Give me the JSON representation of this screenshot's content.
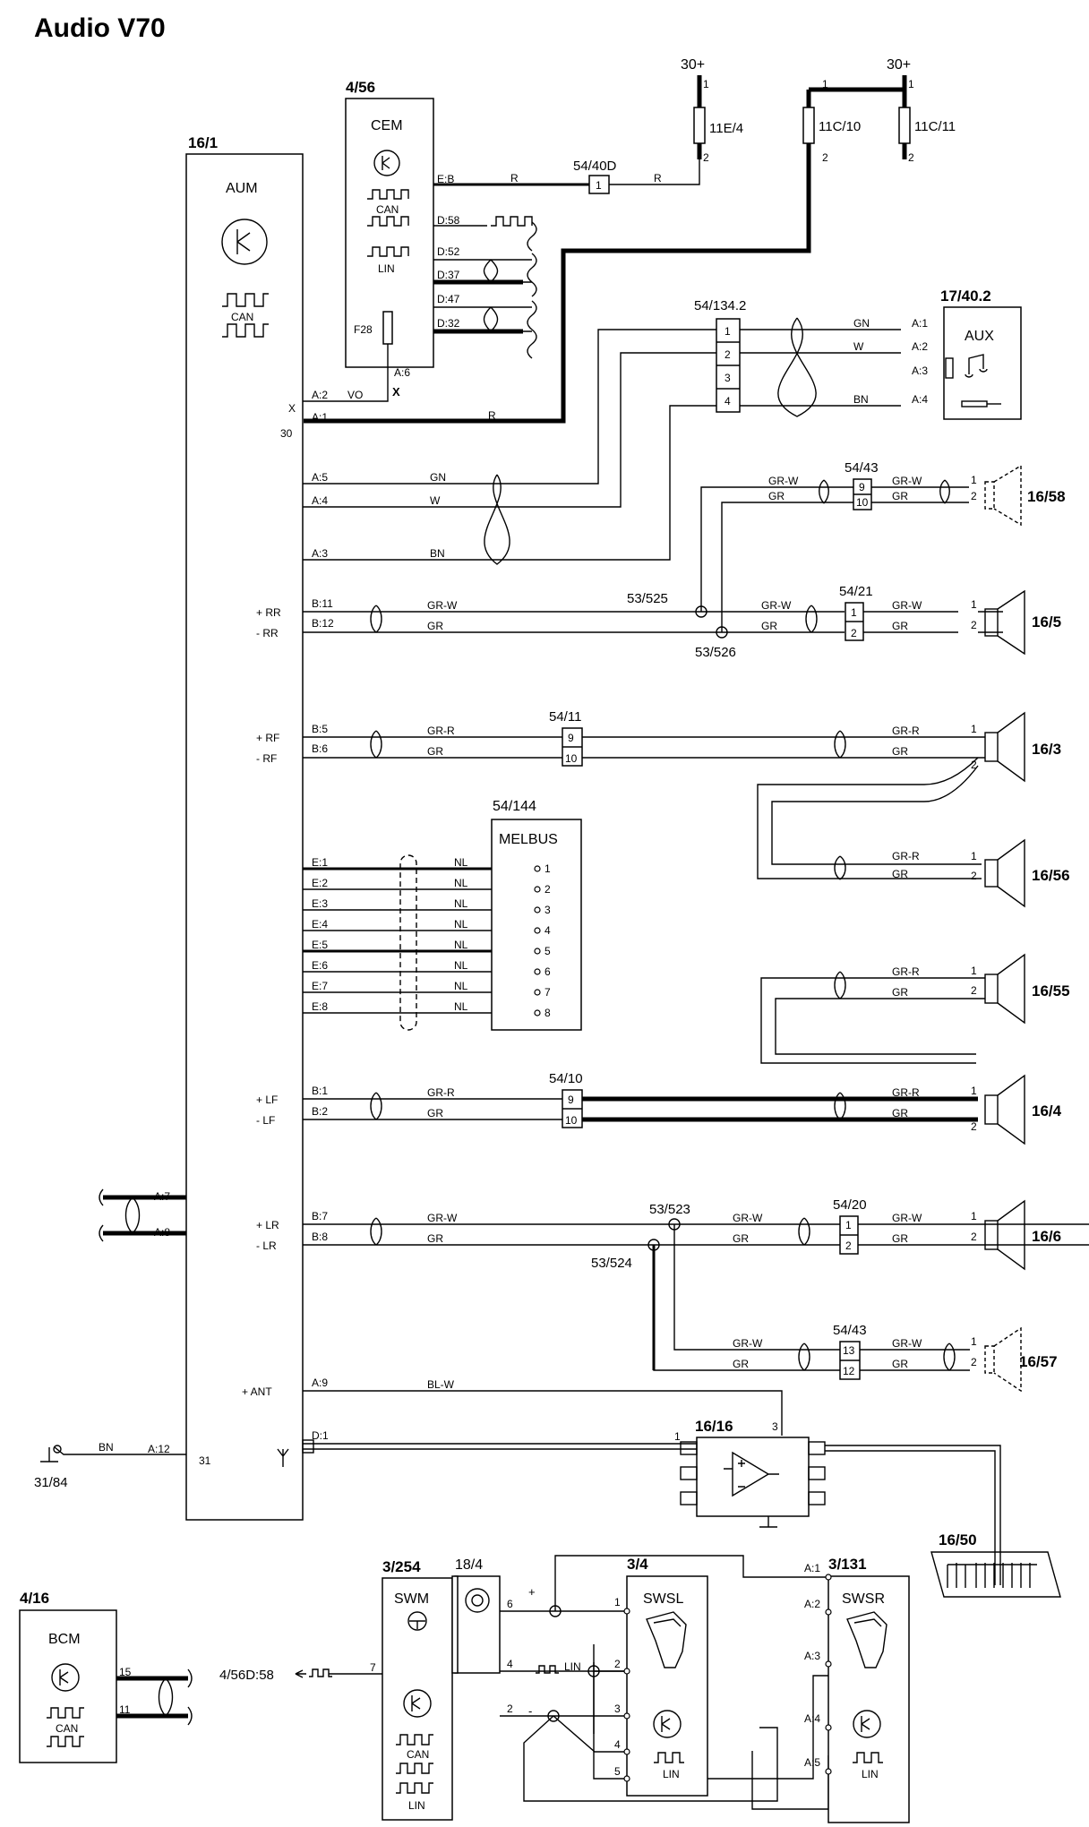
{
  "title": "Audio V70",
  "supply": {
    "s1": "30+",
    "s2": "30+"
  },
  "fuses": {
    "f1": "11E/4",
    "f2": "11C/10",
    "f3": "11C/11",
    "p1": "1",
    "p2": "2"
  },
  "aum": {
    "ref": "16/1",
    "name": "AUM",
    "can": "CAN",
    "pin_x": "X",
    "pin_30": "30",
    "pin_31": "31",
    "rr_p": "+ RR",
    "rr_m": "- RR",
    "rf_p": "+ RF",
    "rf_m": "- RF",
    "lf_p": "+ LF",
    "lf_m": "- LF",
    "lr_p": "+ LR",
    "lr_m": "- LR",
    "ant": "+ ANT",
    "a2": "A:2",
    "a1": "A:1",
    "a5": "A:5",
    "a4": "A:4",
    "a3": "A:3",
    "b11": "B:11",
    "b12": "B:12",
    "b5": "B:5",
    "b6": "B:6",
    "e1": "E:1",
    "e2": "E:2",
    "e3": "E:3",
    "e4": "E:4",
    "e5": "E:5",
    "e6": "E:6",
    "e7": "E:7",
    "e8": "E:8",
    "b1": "B:1",
    "b2": "B:2",
    "b7": "B:7",
    "b8": "B:8",
    "a7": "A:7",
    "a8": "A:8",
    "a9": "A:9",
    "d1": "D:1",
    "a12": "A:12"
  },
  "cem": {
    "ref": "4/56",
    "name": "CEM",
    "can": "CAN",
    "lin": "LIN",
    "fuse": "F28",
    "pin_a6": "A:6",
    "mark_x": "X",
    "eb": "E:B",
    "d58": "D:58",
    "d52": "D:52",
    "d37": "D:37",
    "d47": "D:47",
    "d32": "D:32"
  },
  "conn_5440d": {
    "ref": "54/40D",
    "pin": "1"
  },
  "conn_54134": {
    "ref": "54/134.2",
    "pins": [
      "1",
      "2",
      "3",
      "4"
    ]
  },
  "aux": {
    "ref": "17/40.2",
    "name": "AUX",
    "a1": "A:1",
    "a2": "A:2",
    "a3": "A:3",
    "a4": "A:4"
  },
  "conn_5443a": {
    "ref": "54/43",
    "p9": "9",
    "p10": "10"
  },
  "conn_5421": {
    "ref": "54/21",
    "p1": "1",
    "p2": "2"
  },
  "conn_5411": {
    "ref": "54/11",
    "p9": "9",
    "p10": "10"
  },
  "conn_5410": {
    "ref": "54/10",
    "p9": "9",
    "p10": "10"
  },
  "conn_5420": {
    "ref": "54/20",
    "p1": "1",
    "p2": "2"
  },
  "conn_5443b": {
    "ref": "54/43",
    "p13": "13",
    "p12": "12"
  },
  "splices": {
    "s525": "53/525",
    "s526": "53/526",
    "s523": "53/523",
    "s524": "53/524"
  },
  "speakers": {
    "sp1658": "16/58",
    "sp165": "16/5",
    "sp163": "16/3",
    "sp1656": "16/56",
    "sp1655": "16/55",
    "sp164": "16/4",
    "sp166": "16/6",
    "sp1657": "16/57",
    "p1": "1",
    "p2": "2"
  },
  "melbus": {
    "ref": "54/144",
    "name": "MELBUS",
    "pins": [
      "1",
      "2",
      "3",
      "4",
      "5",
      "6",
      "7",
      "8"
    ],
    "wire": "NL"
  },
  "wires": {
    "r": "R",
    "vo": "VO",
    "gn": "GN",
    "w": "W",
    "bn": "BN",
    "grw": "GR-W",
    "gr": "GR",
    "grr": "GR-R",
    "blw": "BL-W"
  },
  "amp": {
    "ref": "16/16",
    "pin1": "1",
    "pin3": "3"
  },
  "antenna": {
    "ref": "16/50"
  },
  "ground": {
    "ref": "31/84"
  },
  "bcm": {
    "ref": "4/16",
    "name": "BCM",
    "can": "CAN",
    "p15": "15",
    "p11": "11"
  },
  "swm": {
    "ref": "3/254",
    "name": "SWM",
    "can": "CAN",
    "lin": "LIN",
    "p7": "7",
    "link": "4/56D:58"
  },
  "clock": {
    "ref": "18/4",
    "p6": "6",
    "p4": "4",
    "p2": "2",
    "lin": "LIN",
    "plus": "+",
    "minus": "-"
  },
  "swsl": {
    "ref": "3/4",
    "name": "SWSL",
    "lin": "LIN",
    "pins": [
      "1",
      "2",
      "3",
      "4",
      "5"
    ]
  },
  "swsr": {
    "ref": "3/131",
    "name": "SWSR",
    "lin": "LIN",
    "pins": [
      "A:1",
      "A:2",
      "A:3",
      "A:4",
      "A:5"
    ]
  }
}
